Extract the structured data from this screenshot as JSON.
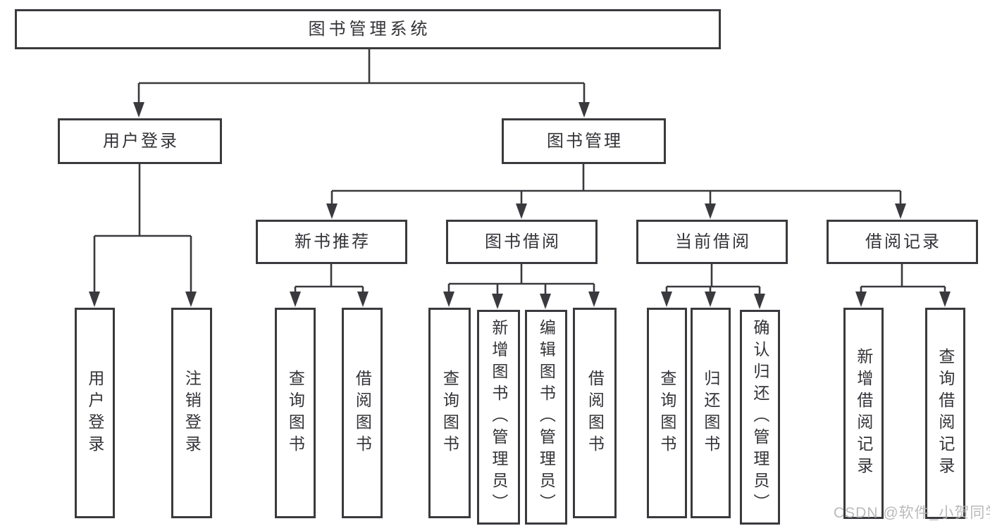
{
  "nodes": {
    "root": "图书管理系统",
    "level2": {
      "user_login": "用户登录",
      "book_mgmt": "图书管理"
    },
    "level3": {
      "new_books": "新书推荐",
      "borrow": "图书借阅",
      "current": "当前借阅",
      "records": "借阅记录"
    },
    "leaves": {
      "user_login_login": "用户登录",
      "user_login_logout": "注销登录",
      "new_books_query": "查询图书",
      "new_books_borrow": "借阅图书",
      "borrow_query": "查询图书",
      "borrow_add": "新增图书（管理员）",
      "borrow_edit": "编辑图书（管理员）",
      "borrow_borrow": "借阅图书",
      "current_query": "查询图书",
      "current_return": "归还图书",
      "current_confirm": "确认归还（管理员）",
      "records_add": "新增借阅记录",
      "records_query": "查询借阅记录"
    }
  },
  "watermark": {
    "text": "CSDN @软件_小贺同学"
  },
  "colors": {
    "line": "#3a3a3e",
    "text": "#333338",
    "background": "#ffffff",
    "watermark": "#b5b5b5"
  }
}
